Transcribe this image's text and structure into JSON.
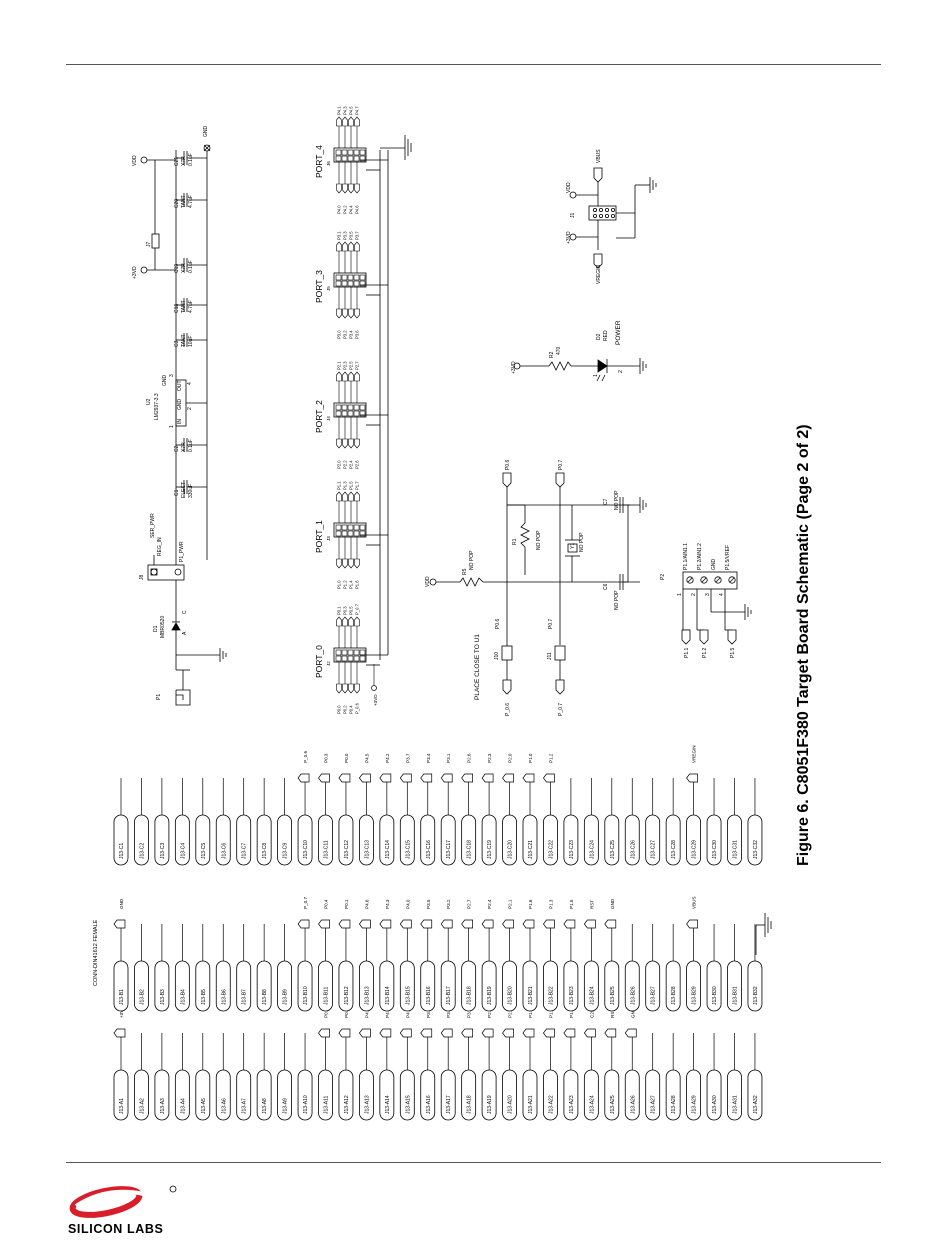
{
  "figure": {
    "caption": "Figure 6. C8051F380 Target Board Schematic (Page 2 of 2)"
  },
  "footer": {
    "brand": "SILICON LABS",
    "logo_color": "#d81e29"
  },
  "connector": {
    "title": "CONN-DIN41612 FEMALE",
    "row_a": [
      "J13-A1",
      "J13-A2",
      "J13-A3",
      "J13-A4",
      "J13-A5",
      "J13-A6",
      "J13-A7",
      "J13-A8",
      "J13-A9",
      "J13-A10",
      "J13-A11",
      "J13-A12",
      "J13-A13",
      "J13-A14",
      "J13-A15",
      "J13-A16",
      "J13-A17",
      "J13-A18",
      "J13-A19",
      "J13-A20",
      "J13-A21",
      "J13-A22",
      "J13-A23",
      "J13-A24",
      "J13-A25",
      "J13-A26",
      "J13-A27",
      "J13-A28",
      "J13-A29",
      "J13-A30",
      "J13-A31",
      "J13-A32"
    ],
    "row_b": [
      "J13-B1",
      "J13-B2",
      "J13-B3",
      "J13-B4",
      "J13-B5",
      "J13-B6",
      "J13-B7",
      "J13-B8",
      "J13-B9",
      "J13-B10",
      "J13-B11",
      "J13-B12",
      "J13-B13",
      "J13-B14",
      "J13-B15",
      "J13-B16",
      "J13-B17",
      "J13-B18",
      "J13-B19",
      "J13-B20",
      "J13-B21",
      "J13-B22",
      "J13-B23",
      "J13-B24",
      "J13-B25",
      "J13-B26",
      "J13-B27",
      "J13-B28",
      "J13-B29",
      "J13-B30",
      "J13-B31",
      "J13-B32"
    ],
    "row_c": [
      "J13-C1",
      "J13-C2",
      "J13-C3",
      "J13-C4",
      "J13-C5",
      "J13-C6",
      "J13-C7",
      "J13-C8",
      "J13-C9",
      "J13-C10",
      "J13-C11",
      "J13-C12",
      "J13-C13",
      "J13-C14",
      "J13-C15",
      "J13-C16",
      "J13-C17",
      "J13-C18",
      "J13-C19",
      "J13-C20",
      "J13-C21",
      "J13-C22",
      "J13-C23",
      "J13-C24",
      "J13-C25",
      "J13-C26",
      "J13-C27",
      "J13-C28",
      "J13-C29",
      "J13-C30",
      "J13-C31",
      "J13-C32"
    ],
    "net_a": [
      "+3VD",
      "",
      "",
      "",
      "",
      "",
      "",
      "",
      "",
      "",
      "P0.5",
      "P0.2",
      "P4.7",
      "P4.4",
      "P4.1",
      "P3.6",
      "P3.3",
      "P3.0",
      "P2.5",
      "P2.2",
      "P1.7",
      "P1.4",
      "P1.1",
      "C2D",
      "RST/C2CK",
      "GND",
      "",
      "",
      "",
      "",
      "",
      ""
    ],
    "net_b": [
      "GND",
      "",
      "",
      "",
      "",
      "",
      "",
      "",
      "",
      "P_0.7",
      "P0.4",
      "P0.1",
      "P4.6",
      "P4.3",
      "P4.0",
      "P3.5",
      "P3.2",
      "P2.7",
      "P2.4",
      "P2.1",
      "P1.6",
      "P1.3",
      "P1.5",
      "RST",
      "GND",
      "",
      "",
      "",
      "VBUS",
      "",
      "",
      ""
    ],
    "net_c": [
      "",
      "",
      "",
      "",
      "",
      "",
      "",
      "",
      "",
      "P_0.6",
      "P0.3",
      "P0.0",
      "P4.5",
      "P4.2",
      "P3.7",
      "P3.4",
      "P3.1",
      "P2.6",
      "P2.3",
      "P2.0",
      "P1.0",
      "P1.2",
      "",
      "",
      "",
      "",
      "",
      "",
      "VREGIN",
      "",
      "",
      ""
    ]
  },
  "ports": [
    {
      "name": "PORT_0",
      "ref": "J2",
      "left": [
        "P0.0",
        "P0.2",
        "P0.4",
        "P_0.6"
      ],
      "right": [
        "P0.1",
        "P0.3",
        "P0.5",
        "P_0.7"
      ],
      "bottom": "+3VD"
    },
    {
      "name": "PORT_1",
      "ref": "J3",
      "left": [
        "P1.0",
        "P1.2",
        "P1.4",
        "P1.6"
      ],
      "right": [
        "P1.1",
        "P1.3",
        "P1.5",
        "P1.7"
      ]
    },
    {
      "name": "PORT_2",
      "ref": "J4",
      "left": [
        "P2.0",
        "P2.2",
        "P2.4",
        "P2.6"
      ],
      "right": [
        "P2.1",
        "P2.3",
        "P2.5",
        "P2.7"
      ]
    },
    {
      "name": "PORT_3",
      "ref": "J5",
      "left": [
        "P3.0",
        "P3.2",
        "P3.4",
        "P3.6"
      ],
      "right": [
        "P3.1",
        "P3.3",
        "P3.5",
        "P3.7"
      ]
    },
    {
      "name": "PORT_4",
      "ref": "J6",
      "left": [
        "P4.0",
        "P4.2",
        "P4.4",
        "P4.6"
      ],
      "right": [
        "P4.1",
        "P4.3",
        "P4.5",
        "P4.7"
      ]
    }
  ],
  "power": {
    "p1": "P1",
    "d1": "D1",
    "d1_part": "MBR0520",
    "d1_a": "A",
    "d1_c": "C",
    "j8": "J8",
    "ser_pwr": "SER_PWR",
    "reg_in": "REG_IN",
    "p1_pwr": "P1_PWR",
    "c1": "C1",
    "c1_type": "ELECT",
    "c1_val": "330uF",
    "c2": "C2",
    "c2_type": "X7R",
    "c2_val": "0.1uF",
    "u2": "U2",
    "u2_part": "LM2937-3.3",
    "u2_in": "IN",
    "u2_gnd1": "GND",
    "u2_out": "OUT",
    "u2_gnd2": "GND",
    "pin_1": "1",
    "pin_2": "2",
    "pin_3": "3",
    "pin_4": "4",
    "c3": "C3",
    "c3_type": "TANT",
    "c3_val": "10uF",
    "c18": "C18",
    "c18_type": "TANT",
    "c18_val": "4.7uF",
    "c19": "C19",
    "c19_type": "X7R",
    "c19_val": "0.1uF",
    "plus3vd": "+3VD",
    "j7": "J7",
    "c20": "C20",
    "c20_type": "TANT",
    "c20_val": "4.7uF",
    "c21": "C21",
    "c21_type": "X7R",
    "c21_val": "0.1uF",
    "vdd": "VDD",
    "gnd": "GND"
  },
  "clock": {
    "place_note": "PLACE CLOSE TO U1",
    "j10": "J10",
    "j11": "J11",
    "p06": "P0.6",
    "p07": "P0.7",
    "p_06": "P_0.6",
    "p_07": "P_0.7",
    "vdd": "VDD",
    "r5": "R5",
    "r5_val": "NO POP",
    "r1": "R1",
    "r1_val": "NO POP",
    "y1": "Y1",
    "y1_val": "NO POP",
    "c6": "C6",
    "c6_val": "NO POP",
    "c7": "C7",
    "c7_val": "NO POP"
  },
  "led": {
    "plus3vd": "+3VD",
    "r2": "R2",
    "r2_val": "470",
    "d2": "D2",
    "d2_color": "RED",
    "d2_label": "POWER",
    "pin_1": "1",
    "pin_2": "2"
  },
  "j1": {
    "ref": "J1",
    "vdd": "VDD",
    "vbus": "VBUS",
    "plus3vd": "+3VD",
    "vregin": "VREGIN"
  },
  "p2": {
    "ref": "P2",
    "pins": [
      "P1.1/AIN1.1",
      "P1.2/AIN1.2",
      "GND",
      "P1.5/VREF"
    ],
    "pin_numbers": [
      "1",
      "2",
      "3",
      "4"
    ],
    "flags": [
      "P1.1",
      "P1.2",
      "P1.5"
    ]
  }
}
